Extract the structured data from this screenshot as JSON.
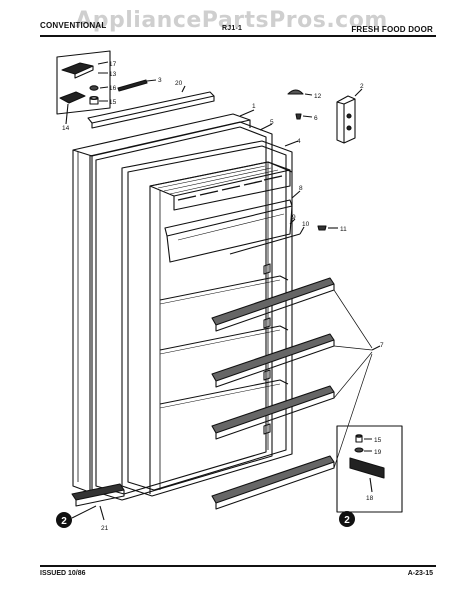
{
  "watermark": "AppliancePartsPros.com",
  "header": {
    "left": "CONVENTIONAL",
    "model": "RJ1-1",
    "right": "FRESH FOOD DOOR"
  },
  "footer": {
    "issued": "ISSUED 10/86",
    "page_code": "A-23-15"
  },
  "callouts": {
    "n17": "17",
    "n13": "13",
    "n16": "16",
    "n15": "15",
    "n14": "14",
    "n3": "3",
    "n20": "20",
    "n1": "1",
    "n5": "5",
    "n4": "4",
    "n12": "12",
    "n6": "6",
    "n2": "2",
    "n8": "8",
    "n9": "9",
    "n10": "10",
    "n11": "11",
    "n7": "7",
    "n21": "21",
    "n15b": "15",
    "n19": "19",
    "n18": "18"
  },
  "markers": {
    "left": "2",
    "right": "2"
  }
}
